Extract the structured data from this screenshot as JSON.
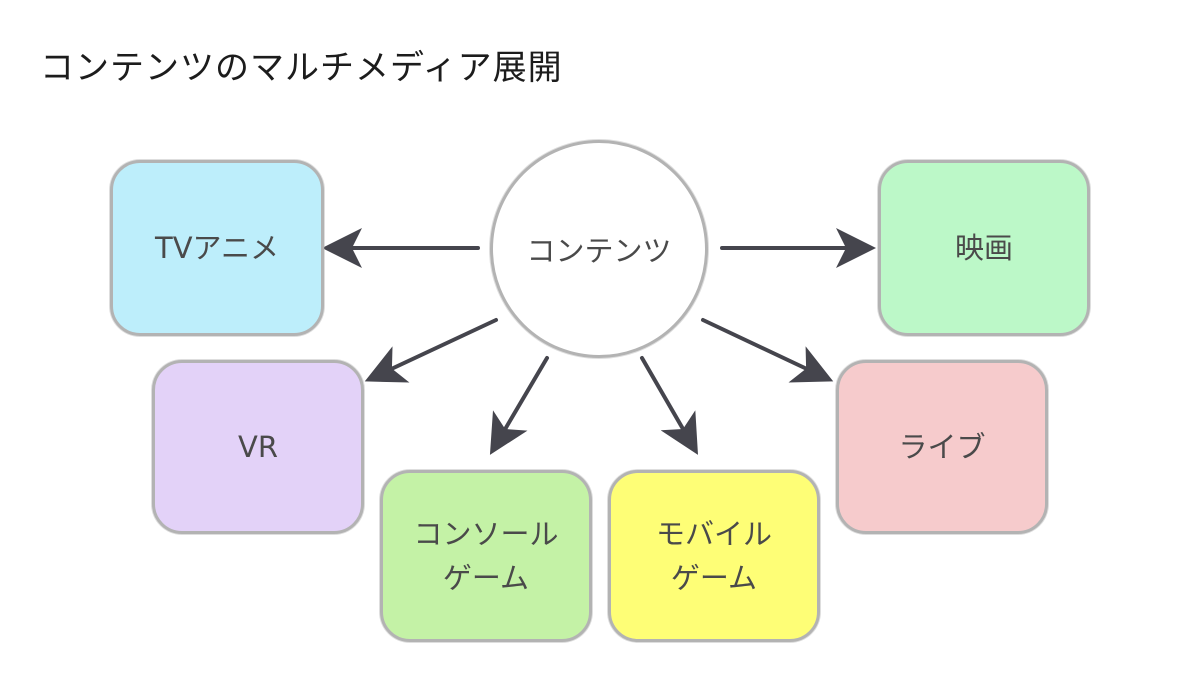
{
  "title": "コンテンツのマルチメディア展開",
  "center": {
    "label": "コンテンツ"
  },
  "nodes": {
    "tv_anime": {
      "label": "TVアニメ",
      "color": "#bdeefb"
    },
    "vr": {
      "label": "VR",
      "color": "#e3d2f8"
    },
    "console_game": {
      "line1": "コンソール",
      "line2": "ゲーム",
      "color": "#c4f2a6"
    },
    "mobile_game": {
      "line1": "モバイル",
      "line2": "ゲーム",
      "color": "#fefe76"
    },
    "live": {
      "label": "ライブ",
      "color": "#f6cbcc"
    },
    "movie": {
      "label": "映画",
      "color": "#bcf8c8"
    }
  },
  "colors": {
    "arrow": "#45454d",
    "border": "#b3b3b3",
    "text": "#4a4a4a"
  }
}
